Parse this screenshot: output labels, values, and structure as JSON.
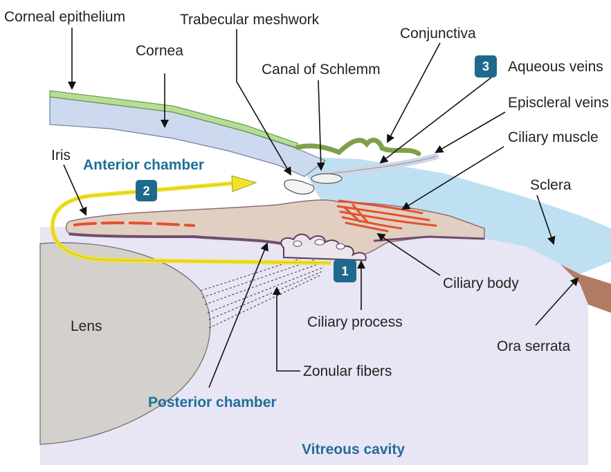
{
  "labels": {
    "corneal_epithelium": "Corneal epithelium",
    "trabecular_meshwork": "Trabecular  meshwork",
    "conjunctiva": "Conjunctiva",
    "cornea": "Cornea",
    "canal_of_schlemm": "Canal of Schlemm",
    "aqueous_veins": "Aqueous veins",
    "episcleral_veins": "Episcleral veins",
    "ciliary_muscle": "Ciliary muscle",
    "iris": "Iris",
    "sclera": "Sclera",
    "ciliary_body": "Ciliary body",
    "ciliary_process": "Ciliary process",
    "lens": "Lens",
    "ora_serrata": "Ora serrata",
    "zonular_fibers": "Zonular fibers"
  },
  "regions": {
    "anterior_chamber": "Anterior chamber",
    "posterior_chamber": "Posterior chamber",
    "vitreous_cavity": "Vitreous cavity"
  },
  "badges": {
    "step1": "1",
    "step2": "2",
    "step3": "3"
  },
  "colors": {
    "region_blue": "#1f6f97",
    "badge": "#1f6a8c",
    "flow_arrow": "#f2e22a",
    "sclera": "#bfe0f2",
    "cornea": "#ccd9ef",
    "vitreous": "#e8e5f4",
    "lens": "#d4d1cc",
    "iris_tissue": "#e1cfc2",
    "muscle": "#e4502c",
    "epithelium": "#b5dd95"
  }
}
